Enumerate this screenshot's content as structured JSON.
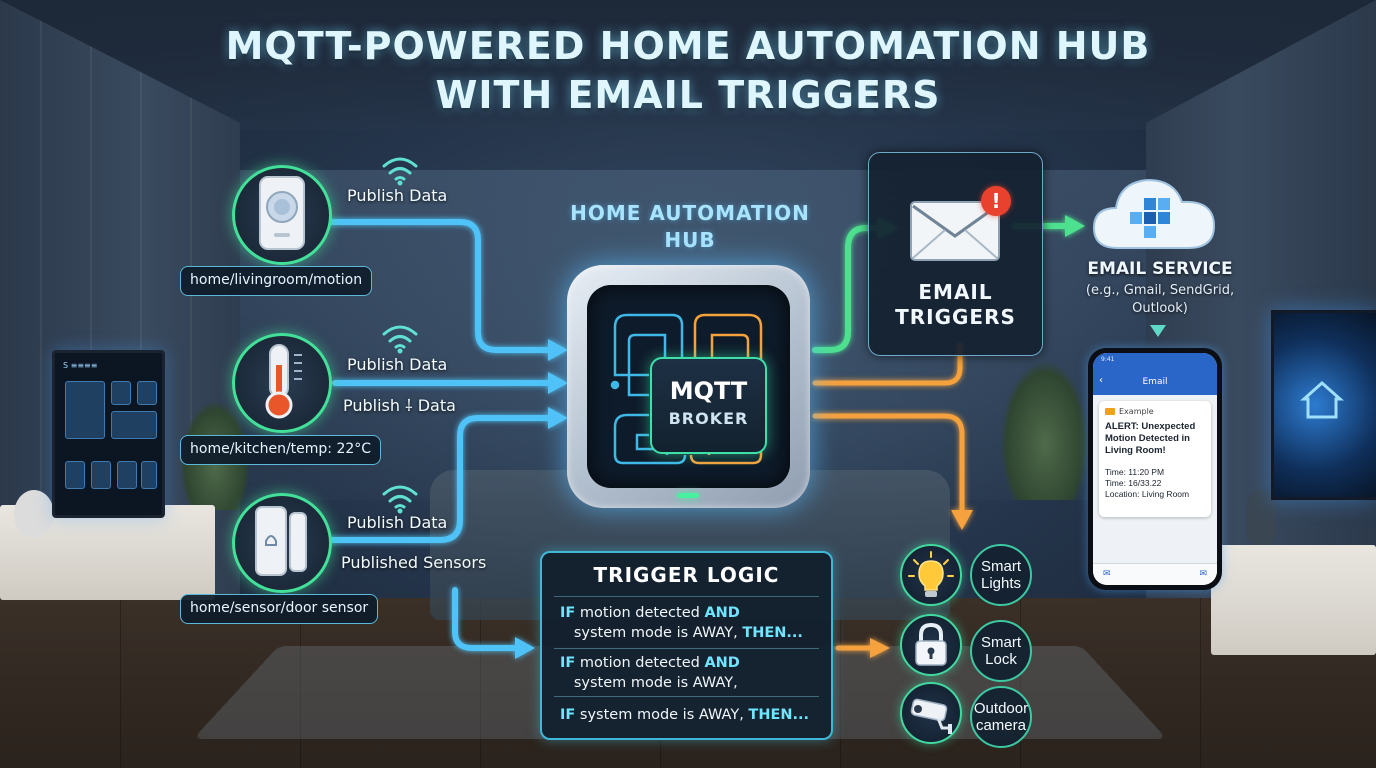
{
  "title_line1": "MQTT-POWERED HOME AUTOMATION HUB",
  "title_line2": "WITH EMAIL TRIGGERS",
  "sensors": [
    {
      "topic": "home/livingroom/motion",
      "label": "Publish Data",
      "icon": "motion-sensor-icon"
    },
    {
      "topic": "home/kitchen/temp: 22°C",
      "label": "Publish Data",
      "label2": "Publish ⸸ Data",
      "icon": "thermometer-icon"
    },
    {
      "topic": "home/sensor/door sensor",
      "label": "Publish Data",
      "label2": "Published Sensors",
      "icon": "door-sensor-icon"
    }
  ],
  "hub": {
    "label_line1": "HOME AUTOMATION",
    "label_line2": "HUB",
    "broker_line1": "MQTT",
    "broker_line2": "BROKER"
  },
  "email_triggers": {
    "line1": "EMAIL",
    "line2": "TRIGGERS",
    "alert": "!"
  },
  "email_service": {
    "title": "EMAIL SERVICE",
    "sub_line1": "(e.g., Gmail, SendGrid,",
    "sub_line2": "Outlook)"
  },
  "phone": {
    "time": "9:41",
    "app_title": "Email",
    "back": "‹",
    "from": "Example",
    "subject_line1": "ALERT: Unexpected",
    "subject_line2": "Motion Detected in",
    "subject_line3": "Living Room!",
    "body_line1": "Time: 11:20 PM",
    "body_line2": "Time: 16/33.22",
    "body_line3": "Location: Living Room"
  },
  "trigger_logic": {
    "title": "TRIGGER LOGIC",
    "rules": [
      {
        "if": "IF",
        "a": " motion detected ",
        "and": "AND",
        "b": "system mode is AWAY, ",
        "then": "THEN..."
      },
      {
        "if": "IF",
        "a": " motion detected ",
        "and": "AND",
        "b": "system mode is AWAY,",
        "then": ""
      },
      {
        "if": "IF",
        "a": " system mode is AWAY, ",
        "then": "THEN..."
      }
    ]
  },
  "devices": [
    {
      "label_line1": "Smart",
      "label_line2": "Lights",
      "icon": "light-bulb-icon"
    },
    {
      "label_line1": "Smart",
      "label_line2": "Lock",
      "icon": "padlock-icon"
    },
    {
      "label_line1": "Outdoor",
      "label_line2": "camera",
      "icon": "security-camera-icon"
    }
  ],
  "colors": {
    "publish_flow": "#4fc3f7",
    "email_flow": "#4ee08f",
    "action_flow": "#f5a13c",
    "device_ring": "#42d9a0",
    "alert_red": "#e8412d"
  },
  "tv_left": {
    "header": "S ≡≡≡≡"
  }
}
